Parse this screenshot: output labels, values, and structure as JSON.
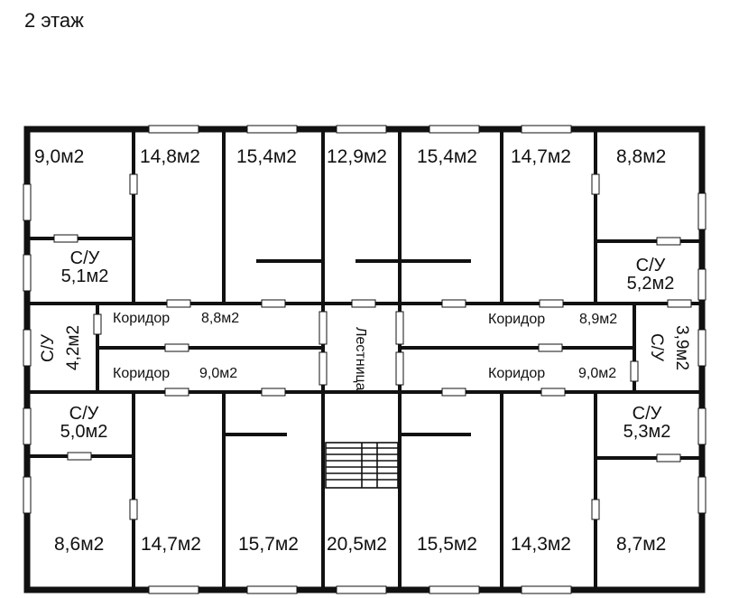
{
  "floor_title": "2 этаж",
  "rooms_top": [
    "9,0м2",
    "14,8м2",
    "15,4м2",
    "12,9м2",
    "15,4м2",
    "14,7м2",
    "8,8м2"
  ],
  "rooms_bottom": [
    "8,6м2",
    "14,7м2",
    "15,7м2",
    "20,5м2",
    "15,5м2",
    "14,3м2",
    "8,7м2"
  ],
  "wc": {
    "top_left": {
      "name": "С/У",
      "area": "5,1м2"
    },
    "top_right": {
      "name": "С/У",
      "area": "5,2м2"
    },
    "bottom_left": {
      "name": "С/У",
      "area": "5,0м2"
    },
    "bottom_right": {
      "name": "С/У",
      "area": "5,3м2"
    },
    "mid_left": {
      "name": "С/У",
      "area": "4,2м2"
    },
    "mid_right": {
      "name": "С/У",
      "area": "3,9м2"
    }
  },
  "corridors": {
    "top_left": {
      "name": "Коридор",
      "area": "8,8м2"
    },
    "bottom_left": {
      "name": "Коридор",
      "area": "9,0м2"
    },
    "top_right": {
      "name": "Коридор",
      "area": "8,9м2"
    },
    "bottom_right": {
      "name": "Коридор",
      "area": "9,0м2"
    }
  },
  "stair": "Лестница"
}
